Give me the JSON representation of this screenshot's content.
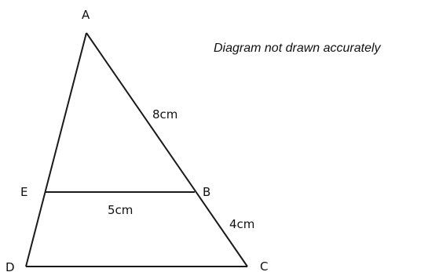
{
  "note": "Diagram not drawn accurately",
  "colors": {
    "line": "#1a1a1a",
    "text": "#111111"
  },
  "points": {
    "A": "A",
    "B": "B",
    "C": "C",
    "D": "D",
    "E": "E"
  },
  "lengths": {
    "AB": "8cm",
    "EB": "5cm",
    "BC": "4cm"
  }
}
